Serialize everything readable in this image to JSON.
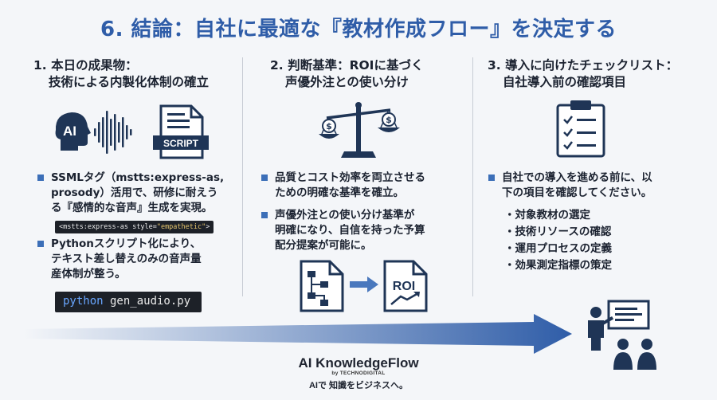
{
  "title": "6. 結論：自社に最適な『教材作成フロー』を決定する",
  "col1": {
    "heading_line1": "1. 本日の成果物：",
    "heading_line2": "技術による内製化体制の確立",
    "ai_label": "AI",
    "script_label": "SCRIPT",
    "bullet1_line1": "SSMLタグ（mstts:express-as,",
    "bullet1_line2": "prosody）活用で、研修に耐えう",
    "bullet1_line3": "る『感情的な音声』生成を実現。",
    "code_small_prefix": "<mstts:express-as style=",
    "code_small_value": "\"empathetic\"",
    "code_small_suffix": ">",
    "bullet2_line1": "Pythonスクリプト化により、",
    "bullet2_line2": "テキスト差し替えのみの音声量",
    "bullet2_line3": "産体制が整う。",
    "code_big_kw": "python",
    "code_big_arg": " gen_audio.py"
  },
  "col2": {
    "heading_line1": "2. 判断基準：ROIに基づく",
    "heading_line2": "声優外注との使い分け",
    "bullet1_line1": "品質とコスト効率を両立させる",
    "bullet1_line2": "ための明確な基準を確立。",
    "bullet2_line1": "声優外注との使い分け基準が",
    "bullet2_line2": "明確になり、自信を持った予算",
    "bullet2_line3": "配分提案が可能に。",
    "roi_label": "ROI"
  },
  "col3": {
    "heading_line1": "3. 導入に向けたチェックリスト：",
    "heading_line2": "自社導入前の確認項目",
    "bullet1_line1": "自社での導入を進める前に、以",
    "bullet1_line2": "下の項目を確認してください。",
    "checklist": [
      "対象教材の選定",
      "技術リソースの確認",
      "運用プロセスの定義",
      "効果測定指標の策定"
    ]
  },
  "footer": {
    "brand": "AI KnowledgeFlow",
    "by": "by TECHNODIGITAL",
    "tagline": "AIで 知識をビジネスへ。"
  },
  "colors": {
    "accent": "#2f5da8",
    "icon_navy": "#1f3556",
    "bullet": "#3c6fb8"
  }
}
